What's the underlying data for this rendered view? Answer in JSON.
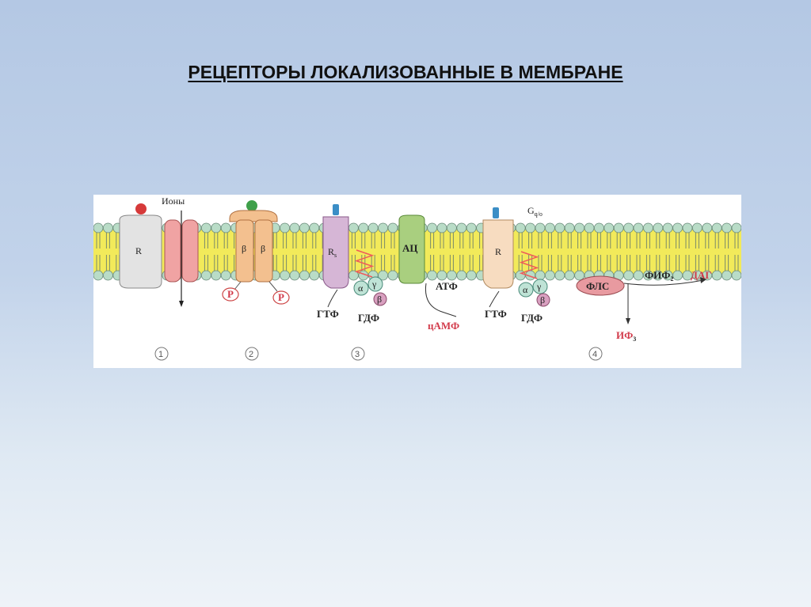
{
  "slide": {
    "title": "РЕЦЕПТОРЫ ЛОКАЛИЗОВАННЫЕ В МЕМБРАНЕ"
  },
  "diagram": {
    "labels": {
      "ions": "Ионы",
      "r1": "R",
      "beta_left": "β",
      "beta_right": "β",
      "p_left": "P",
      "p_right": "P",
      "rs": "R",
      "rs_sub": "s",
      "alpha1": "α",
      "gamma1": "γ",
      "beta_g1": "β",
      "gtp1": "ГТФ",
      "gdp1": "ГДФ",
      "ac": "АЦ",
      "atp": "АТФ",
      "camp": "цАМФ",
      "r2": "R",
      "alpha2": "α",
      "gamma2": "γ",
      "beta_g2": "β",
      "gtp2": "ГТФ",
      "gdp2": "ГДФ",
      "gq": "G",
      "gq_sub": "q/o",
      "fls": "ФЛС",
      "fif": "ФИФ",
      "fif_sub": "2",
      "dag": "ДАГ",
      "if": "ИФ",
      "if_sub": "3",
      "n1": "1",
      "n2": "2",
      "n3": "3",
      "n4": "4"
    },
    "colors": {
      "lipid_core": "#f2ea5a",
      "head_group": "#b9dcc7",
      "receptor_grey": "#e3e3e3",
      "channel_pink": "#f0a3a3",
      "beta_orange": "#f3c08f",
      "rs_purple": "#d6b6d6",
      "ac_green": "#a9cf7f",
      "r_peach": "#f7dcc0",
      "zigzag": "#ef5a5a",
      "fls_fill": "#e89aa0",
      "ligand_red": "#d63a3a",
      "ligand_green": "#3fa04a",
      "ligand_blue": "#3b8ec6"
    }
  }
}
